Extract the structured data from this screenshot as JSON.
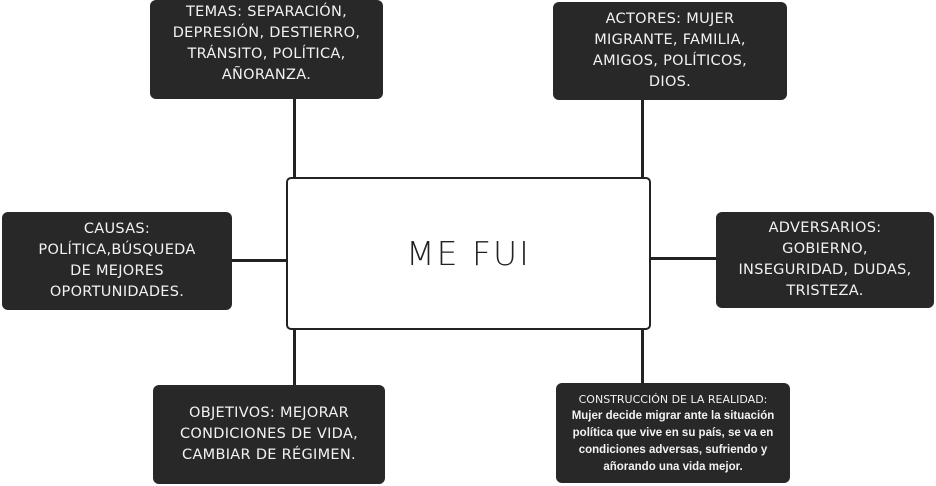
{
  "center": {
    "title": "ME FUI"
  },
  "nodes": {
    "temas": "TEMAS: SEPARACIÓN,\nDEPRESIÓN, DESTIERRO,\nTRÁNSITO, POLÍTICA,\nAÑORANZA.",
    "actores": "ACTORES: MUJER\nMIGRANTE, FAMILIA,\nAMIGOS, POLÍTICOS,\nDIOS.",
    "causas": "CAUSAS:\nPOLÍTICA,BÚSQUEDA\nDE MEJORES\nOPORTUNIDADES.",
    "adversarios": "ADVERSARIOS:\nGOBIERNO,\nINSEGURIDAD, DUDAS,\nTRISTEZA.",
    "objetivos": "OBJETIVOS: MEJORAR\nCONDICIONES DE VIDA,\nCAMBIAR DE RÉGIMEN.",
    "construccion_title": "CONSTRUCCIÓN DE LA REALIDAD:",
    "construccion_body": "Mujer decide migrar ante la situación\npolítica que vive en su país, se va en\ncondiciones adversas, sufriendo y\nañorando una vida mejor."
  },
  "colors": {
    "box": "#282828",
    "text": "#f2f2f2",
    "line": "#222222"
  }
}
